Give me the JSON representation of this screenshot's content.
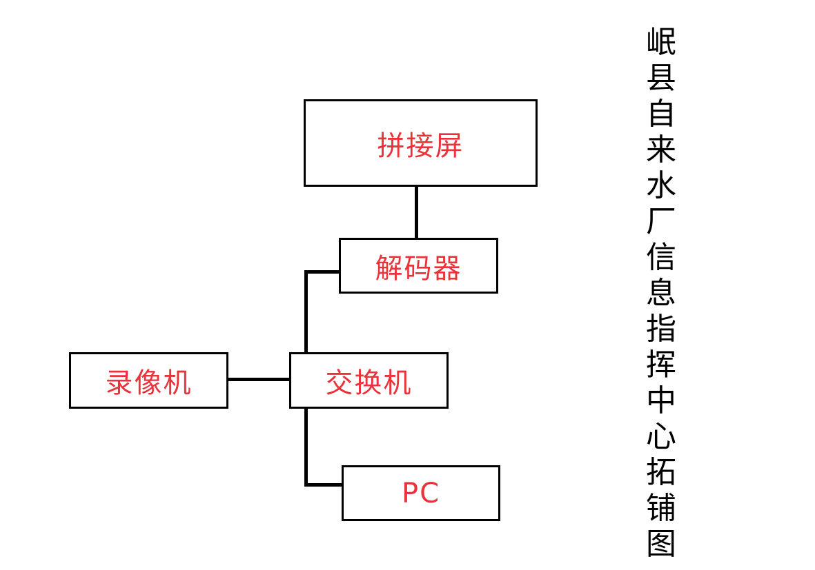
{
  "title": "岷县自来水厂信息指挥中心拓铺图",
  "colors": {
    "node_text": "#e8333a",
    "border": "#000000",
    "title_text": "#000000"
  },
  "nodes": {
    "video_wall": "拼接屏",
    "decoder": "解码器",
    "switch": "交换机",
    "recorder": "录像机",
    "pc": "PC"
  },
  "connections": [
    [
      "video_wall",
      "decoder"
    ],
    [
      "decoder",
      "switch"
    ],
    [
      "recorder",
      "switch"
    ],
    [
      "switch",
      "pc"
    ]
  ]
}
